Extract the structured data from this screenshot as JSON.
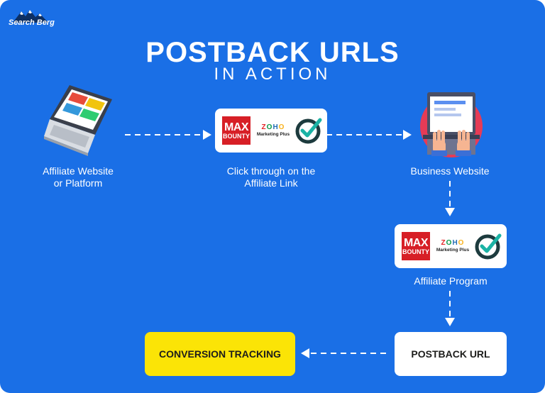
{
  "brand": {
    "logo_text": "Search Berg"
  },
  "header": {
    "title": "POSTBACK URLS",
    "subtitle": "IN ACTION"
  },
  "steps": {
    "affiliate_website": {
      "label_line1": "Affiliate Website",
      "label_line2": "or Platform"
    },
    "click_through": {
      "label_line1": "Click through on the",
      "label_line2": "Affiliate Link"
    },
    "business_website": {
      "label": "Business Website"
    },
    "affiliate_program": {
      "label": "Affiliate Program"
    },
    "postback_url": {
      "label": "POSTBACK URL"
    },
    "conversion_tracking": {
      "label": "CONVERSION TRACKING"
    }
  },
  "logos": {
    "maxbounty_top": "MAX",
    "maxbounty_bottom": "BOUNTY",
    "zoho_letters": [
      "Z",
      "O",
      "H",
      "O"
    ],
    "zoho_product": "Marketing Plus"
  },
  "colors": {
    "background": "#1a6fe6",
    "card": "#ffffff",
    "highlight": "#fbe406",
    "maxbounty_red": "#d71f26",
    "zoho_colors": [
      "#e42527",
      "#089949",
      "#226db4",
      "#f9b21d"
    ],
    "check_dark": "#1d3b3e",
    "check_teal": "#1bb3a5",
    "arrow": "#ffffff"
  },
  "icons": {
    "laptop": "laptop-icon",
    "business": "business-website-icon",
    "check": "check-circle-icon",
    "arrow": "dashed-arrow-icon"
  }
}
